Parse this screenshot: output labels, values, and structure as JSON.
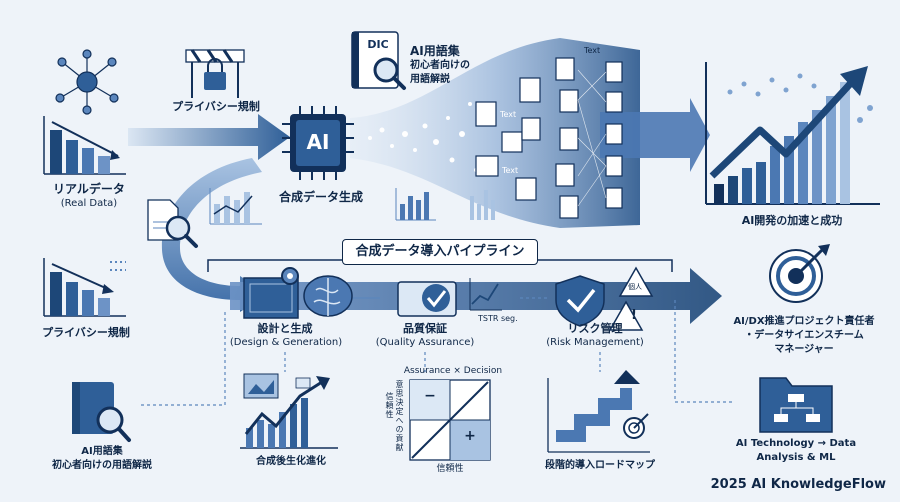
{
  "colors": {
    "navy": "#12305a",
    "blue": "#2f5f98",
    "mid": "#5b86bd",
    "light": "#a9c3e2",
    "bg": "#eef3f9"
  },
  "left": {
    "real_data_title": "リアルデータ",
    "real_data_sub": "(Real Data)",
    "privacy_left": "プライバシー規制",
    "glossary_title": "AI用語集",
    "glossary_sub": "初心者向けの用語解説"
  },
  "top": {
    "privacy_top": "プライバシー規制",
    "dic_icon_text": "DIC",
    "glossary_title": "AI用語集",
    "glossary_line1": "初心者向けの",
    "glossary_line2": "用語解説",
    "ai_chip_text": "AI",
    "synthetic_label": "合成データ生成",
    "text_tag_1": "Text",
    "text_tag_2": "Text",
    "text_tag_3": "Text",
    "success_label": "AI開発の加速と成功"
  },
  "pipeline": {
    "title": "合成データ導入パイプライン",
    "design_title": "設計と生成",
    "design_sub": "(Design & Generation)",
    "quality_title": "品質保証",
    "quality_sub": "(Quality Assurance)",
    "tstr": "TSTR seg.",
    "risk_title": "リスク管理",
    "risk_sub": "(Risk Management)",
    "warn_mark": "!",
    "warn_small": "個人"
  },
  "lower": {
    "evolution_label": "合成後生化進化",
    "matrix_title": "Assurance × Decision",
    "matrix_minus": "−",
    "matrix_plus": "+",
    "matrix_xlabel": "信頼性",
    "matrix_ylabel": "意思決定への貢献",
    "matrix_ylabel2": "信頼性",
    "roadmap_label": "段階的導入ロードマップ"
  },
  "right": {
    "target_line1": "AI/DX推進プロジェクト責任者",
    "target_line2": "・データサイエンスチーム",
    "target_line3": "マネージャー",
    "folder_line1": "AI Technology → Data",
    "folder_line2": "Analysis & ML",
    "brand": "2025 AI KnowledgeFlow"
  }
}
